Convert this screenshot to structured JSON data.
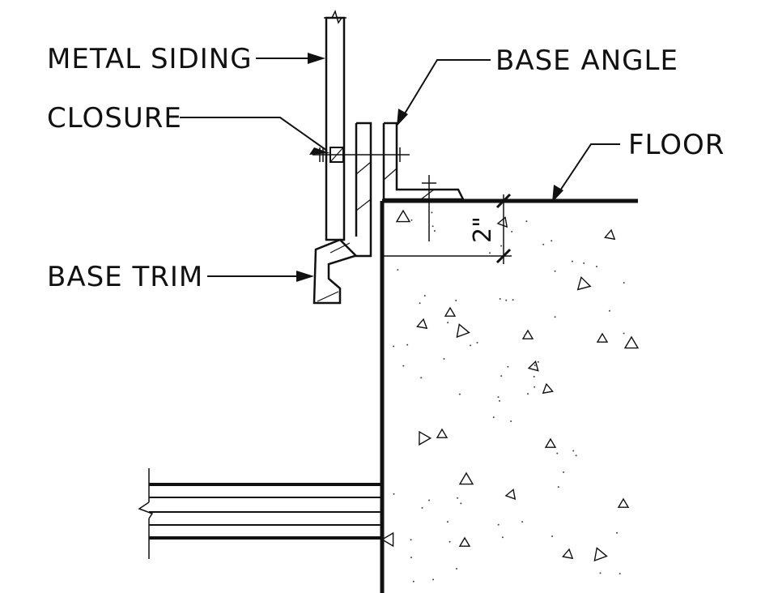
{
  "labels": {
    "metal_siding": "METAL SIDING",
    "closure": "CLOSURE",
    "base_angle": "BASE ANGLE",
    "floor": "FLOOR",
    "base_trim": "BASE TRIM"
  },
  "dimension": {
    "value": "2\""
  },
  "colors": {
    "ink": "#111111",
    "paper": "#ffffff"
  }
}
